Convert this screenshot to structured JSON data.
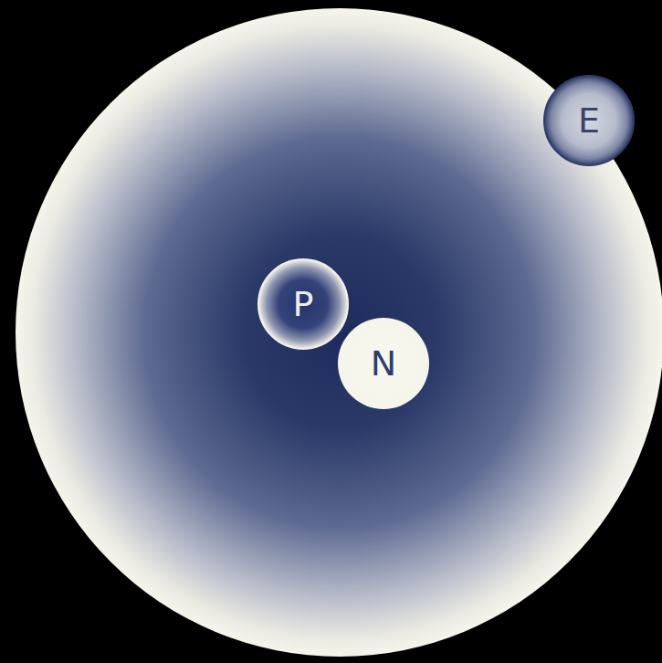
{
  "diagram": {
    "nodes": [
      {
        "text": [
          "E"
        ]
      },
      {
        "text": [
          "P"
        ]
      },
      {
        "text": [
          "N"
        ]
      }
    ]
  }
}
